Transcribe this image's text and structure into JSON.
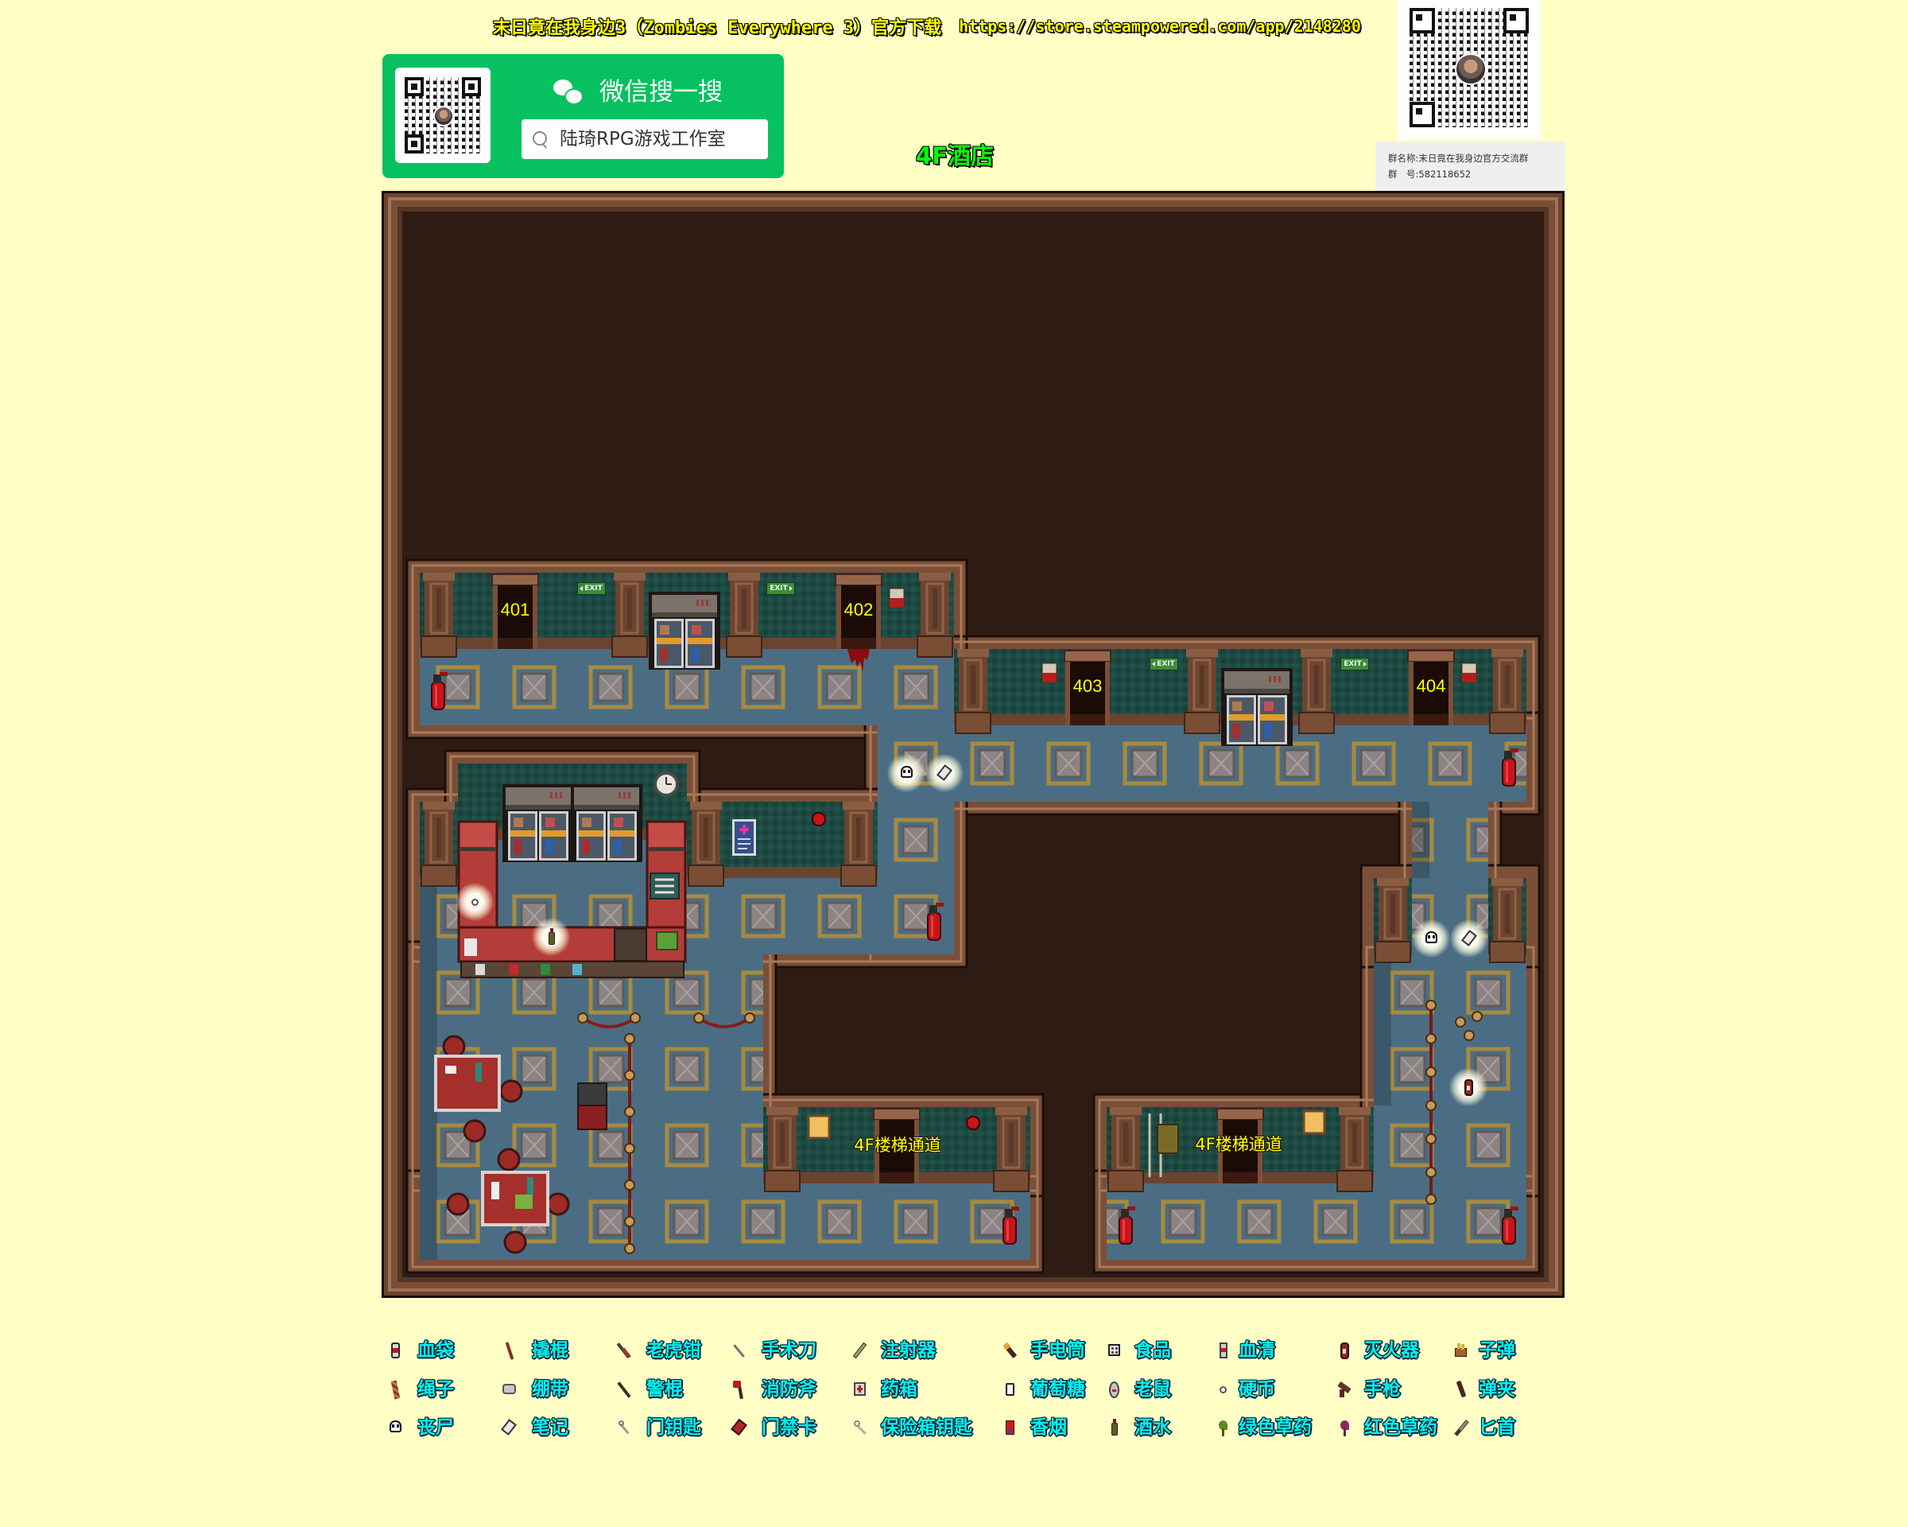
{
  "header": {
    "title": "末日竟在我身边3（Zombies Everywhere 3）官方下载",
    "url": "https://store.steampowered.com/app/2148280",
    "floor_title": "4F酒店"
  },
  "wechat_card": {
    "brand": "微信搜一搜",
    "search_value": "陆琦RPG游戏工作室",
    "icons": [
      "qr-code-icon",
      "wechat-logo-icon",
      "search-icon"
    ]
  },
  "group_card": {
    "name_line": "群名称:末日竟在我身边官方交流群",
    "id_line": "群　号:582118652"
  },
  "map": {
    "rooms": [
      {
        "label": "401"
      },
      {
        "label": "402"
      },
      {
        "label": "403"
      },
      {
        "label": "404"
      }
    ],
    "stairwells": [
      {
        "label": "4F楼梯通道"
      },
      {
        "label": "4F楼梯通道"
      }
    ],
    "exit_sign": "EXIT",
    "markers": [
      {
        "icon": "zombie-icon"
      },
      {
        "icon": "note-icon"
      },
      {
        "icon": "coin-icon"
      },
      {
        "icon": "liquor-icon"
      },
      {
        "icon": "zombie-icon"
      },
      {
        "icon": "note-icon"
      },
      {
        "icon": "fire-extinguisher-icon"
      }
    ]
  },
  "legend": {
    "items": [
      {
        "label": "血袋",
        "icon": "blood-bag-icon"
      },
      {
        "label": "撬棍",
        "icon": "crowbar-icon"
      },
      {
        "label": "老虎钳",
        "icon": "pliers-icon"
      },
      {
        "label": "手术刀",
        "icon": "scalpel-icon"
      },
      {
        "label": "注射器",
        "icon": "syringe-icon"
      },
      {
        "label": "手电筒",
        "icon": "flashlight-icon"
      },
      {
        "label": "食品",
        "icon": "food-icon"
      },
      {
        "label": "血清",
        "icon": "serum-icon"
      },
      {
        "label": "灭火器",
        "icon": "fire-extinguisher-icon"
      },
      {
        "label": "子弹",
        "icon": "bullets-icon"
      },
      {
        "label": "绳子",
        "icon": "rope-icon"
      },
      {
        "label": "绷带",
        "icon": "bandage-icon"
      },
      {
        "label": "警棍",
        "icon": "baton-icon"
      },
      {
        "label": "消防斧",
        "icon": "fire-axe-icon"
      },
      {
        "label": "药箱",
        "icon": "medkit-icon"
      },
      {
        "label": "葡萄糖",
        "icon": "glucose-icon"
      },
      {
        "label": "老鼠",
        "icon": "rat-icon"
      },
      {
        "label": "硬币",
        "icon": "coin-icon"
      },
      {
        "label": "手枪",
        "icon": "pistol-icon"
      },
      {
        "label": "弹夹",
        "icon": "magazine-icon"
      },
      {
        "label": "丧尸",
        "icon": "zombie-icon"
      },
      {
        "label": "笔记",
        "icon": "note-icon"
      },
      {
        "label": "门钥匙",
        "icon": "door-key-icon"
      },
      {
        "label": "门禁卡",
        "icon": "access-card-icon"
      },
      {
        "label": "保险箱钥匙",
        "icon": "safe-key-icon"
      },
      {
        "label": "香烟",
        "icon": "cigarettes-icon"
      },
      {
        "label": "酒水",
        "icon": "liquor-icon"
      },
      {
        "label": "绿色草药",
        "icon": "green-herb-icon"
      },
      {
        "label": "红色草药",
        "icon": "red-herb-icon"
      },
      {
        "label": "匕首",
        "icon": "dagger-icon"
      }
    ]
  },
  "colors": {
    "page_background": "#FFFFC6",
    "title_text": "#FFFF00",
    "floor_title_text": "#00FF00",
    "legend_text": "#00F0F0",
    "room_label_text": "#FFFF00",
    "wechat_green": "#07C160",
    "map_void": "#2E1C14",
    "carpet": "#4B6D83",
    "wall": "#1D4A43",
    "wood_frame": "#7B4F37"
  }
}
